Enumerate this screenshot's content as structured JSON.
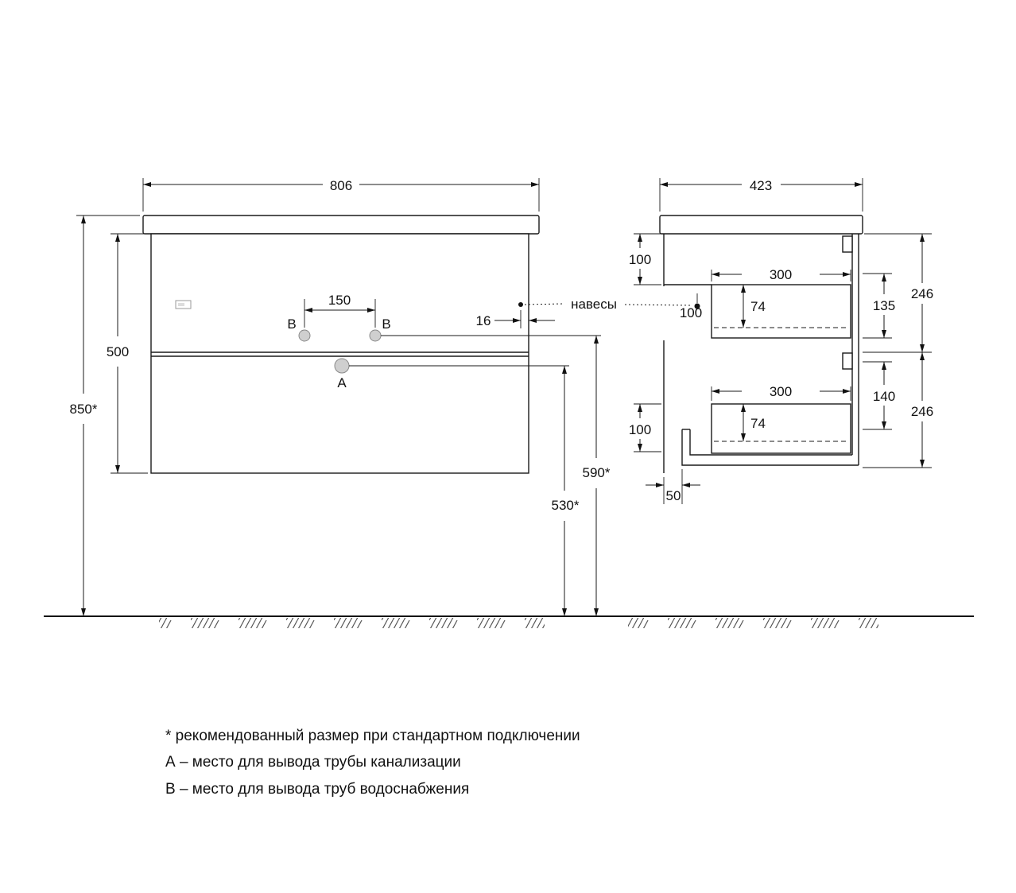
{
  "front_view": {
    "width": "806",
    "height": "500",
    "mount_height": "850*",
    "supply_spacing": "150",
    "hinge_edge_offset": "16",
    "supply_outlet_height": "590*",
    "drain_outlet_height": "530*",
    "point_a": "A",
    "point_b": "B"
  },
  "side_view": {
    "depth": "423",
    "top_clearance": "100",
    "hinge_inset": "100",
    "bottom_clearance": "100",
    "top_drawer": {
      "depth": "300",
      "inner_height": "74",
      "front_height": "135",
      "section_height": "246"
    },
    "bottom_drawer": {
      "depth": "300",
      "inner_height": "74",
      "front_height": "140",
      "section_height": "246"
    },
    "bottom_recess": "50"
  },
  "callouts": {
    "hinges": "навесы"
  },
  "notes": [
    "* рекомендованный размер при стандартном подключении",
    "А – место для вывода трубы канализации",
    "В – место для вывода труб водоснабжения"
  ]
}
